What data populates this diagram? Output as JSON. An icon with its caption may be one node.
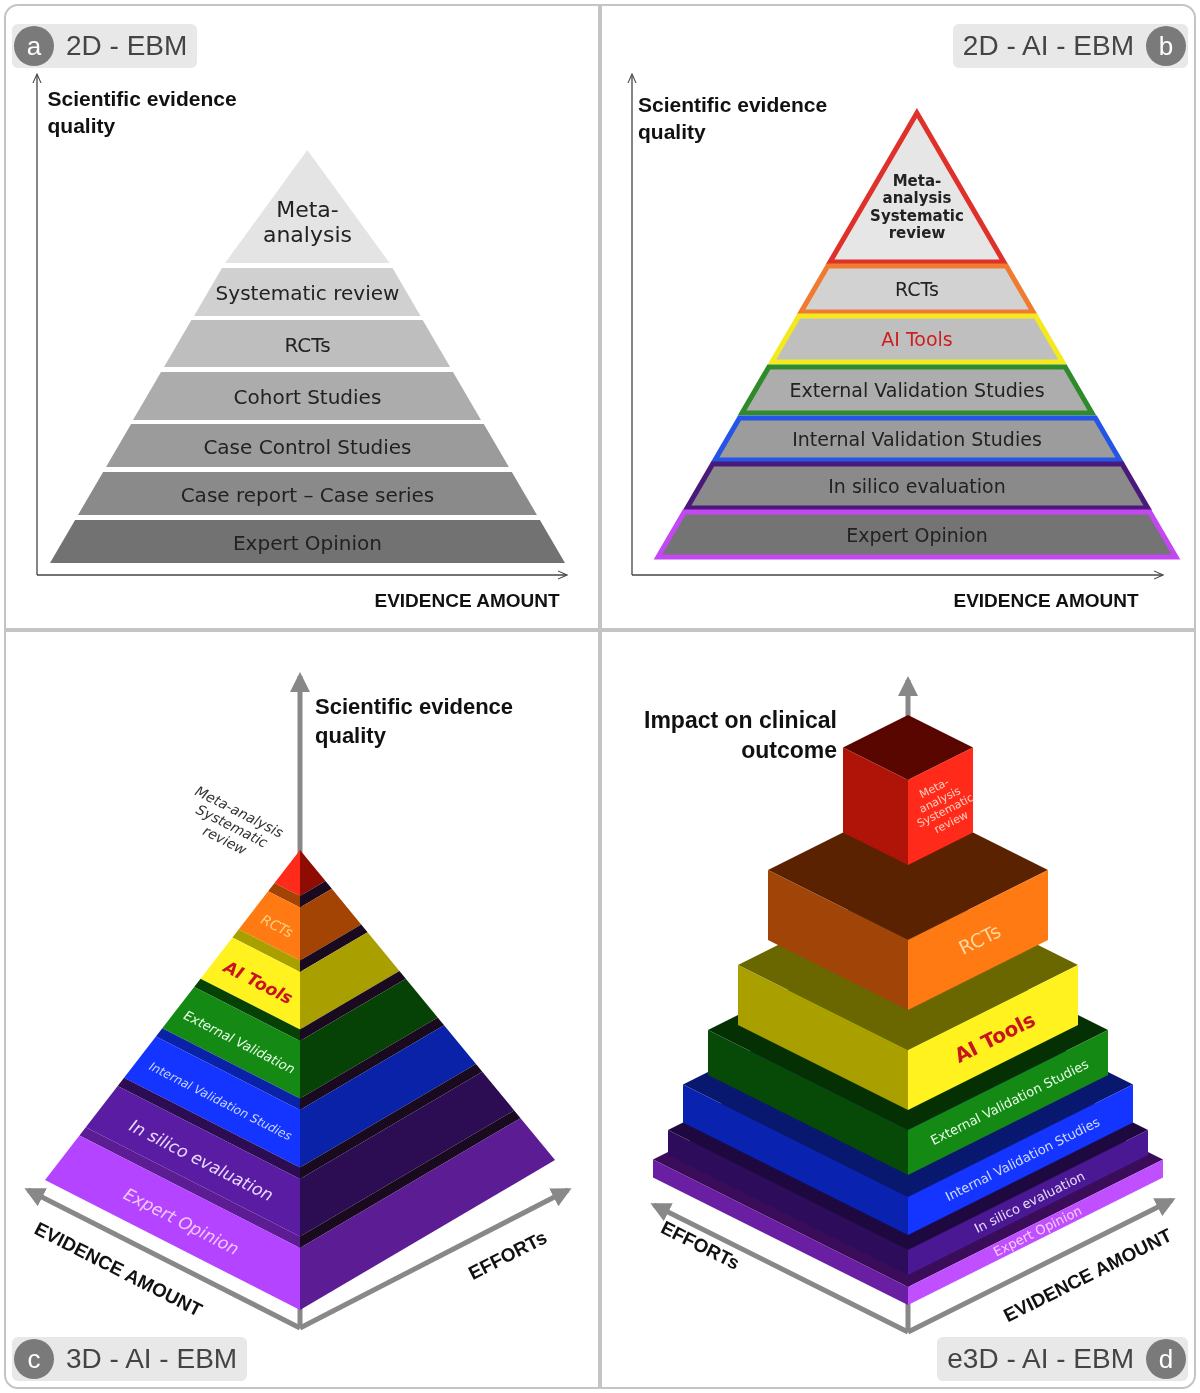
{
  "diagram": {
    "nodes": [
      {
        "text": [
          "a",
          "2D - EBM"
        ]
      },
      {
        "text": [
          "Meta-analysis"
        ],
        "in": 0
      },
      {
        "text": [
          "Systematic review"
        ],
        "in": 0
      },
      {
        "text": [
          "RCTs"
        ],
        "in": 0
      },
      {
        "text": [
          "Cohort Studies"
        ],
        "in": 0
      },
      {
        "text": [
          "Case Control Studies"
        ],
        "in": 0
      },
      {
        "text": [
          "Case report – Case series"
        ],
        "in": 0
      },
      {
        "text": [
          "Expert Opinion"
        ],
        "in": 0
      },
      {
        "text": [
          "2D - AI - EBM",
          "b"
        ]
      },
      {
        "text": [
          "Meta-analysis Systematic review"
        ],
        "in": 8
      },
      {
        "text": [
          "RCTs"
        ],
        "in": 8
      },
      {
        "text": [
          "AI Tools"
        ],
        "in": 8
      },
      {
        "text": [
          "External Validation Studies"
        ],
        "in": 8
      },
      {
        "text": [
          "Internal Validation Studies"
        ],
        "in": 8
      },
      {
        "text": [
          "In silico evaluation"
        ],
        "in": 8
      },
      {
        "text": [
          "Expert Opinion"
        ],
        "in": 8
      },
      {
        "text": [
          "c",
          "3D - AI - EBM"
        ]
      },
      {
        "text": [
          "Meta-analysis Systematic review"
        ],
        "in": 16
      },
      {
        "text": [
          "RCTs"
        ],
        "in": 16
      },
      {
        "text": [
          "AI Tools"
        ],
        "in": 16
      },
      {
        "text": [
          "External Validation"
        ],
        "in": 16
      },
      {
        "text": [
          "Internal Validation Studies"
        ],
        "in": 16
      },
      {
        "text": [
          "In silico evaluation"
        ],
        "in": 16
      },
      {
        "text": [
          "Expert Opinion"
        ],
        "in": 16
      },
      {
        "text": [
          "e3D - AI - EBM",
          "d"
        ]
      },
      {
        "text": [
          "Meta-analysis Systematic review"
        ],
        "in": 24
      },
      {
        "text": [
          "RCTs"
        ],
        "in": 24
      },
      {
        "text": [
          "AI Tools"
        ],
        "in": 24
      },
      {
        "text": [
          "External Validation Studies"
        ],
        "in": 24
      },
      {
        "text": [
          "Internal Validation Studies"
        ],
        "in": 24
      },
      {
        "text": [
          "In silico evaluation"
        ],
        "in": 24
      },
      {
        "text": [
          "Expert Opinion"
        ],
        "in": 24
      }
    ],
    "labels": [
      "Scientific evidence quality",
      "EVIDENCE AMOUNT",
      "Scientific evidence quality",
      "EVIDENCE AMOUNT",
      "Scientific evidence quality",
      "EVIDENCE AMOUNT",
      "EFFORTs",
      "Impact on clinical outcome",
      "EFFORTs",
      "EVIDENCE AMOUNT"
    ]
  }
}
